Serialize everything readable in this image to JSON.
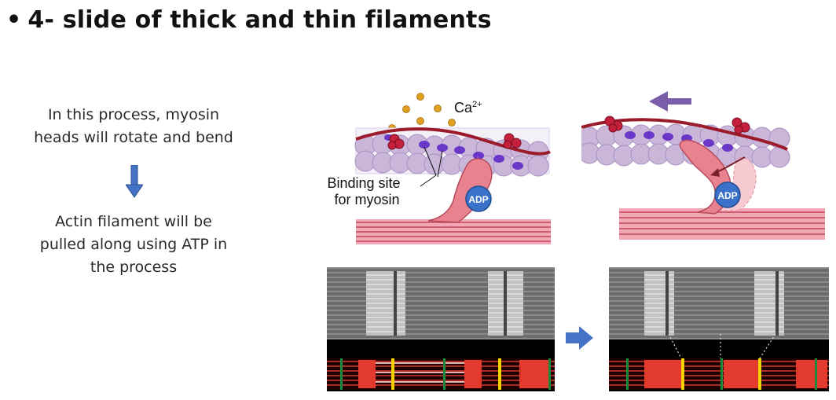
{
  "slide": {
    "bullet": "•",
    "title": "4- slide of thick and thin filaments"
  },
  "left_text": {
    "line1": "In this process, myosin",
    "line2": "heads will rotate and bend",
    "line3": "Actin filament will be",
    "line4": "pulled along using ATP in",
    "line5": "the process"
  },
  "diagram_left": {
    "ion_label": "Ca",
    "ion_charge": "2+",
    "binding_label_1": "Binding site",
    "binding_label_2": "for myosin",
    "adp_label": "ADP"
  },
  "diagram_right": {
    "adp_label": "ADP"
  },
  "colors": {
    "myosin": "#e9828f",
    "thick_filament": "#e9828f",
    "actin_bead": "#c9b6d9",
    "binding_site": "#5a21c6",
    "tropomyosin": "#9b1b2a",
    "troponin": "#c5203b",
    "adp": "#3a72c9",
    "calcium": "#e0a020",
    "arrow_blue": "#4472c4",
    "arrow_purple": "#7a5ca8"
  }
}
